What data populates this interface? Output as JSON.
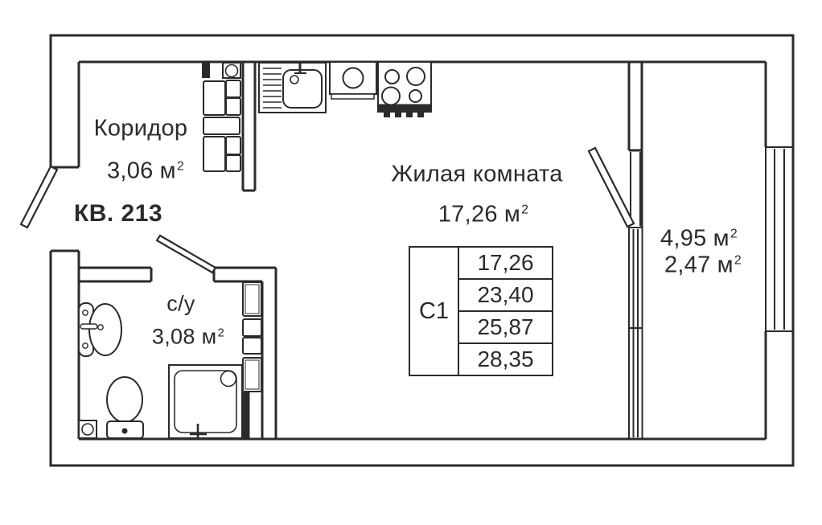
{
  "colors": {
    "line": "#2b2b2b",
    "background": "#ffffff"
  },
  "apartment": {
    "number_label": "КВ. 213"
  },
  "rooms": {
    "corridor": {
      "name": "Коридор",
      "area": "3,06",
      "unit": "м",
      "power": "2"
    },
    "living": {
      "name": "Жилая комната",
      "area": "17,26",
      "unit": "м",
      "power": "2"
    },
    "bathroom": {
      "name": "с/у",
      "area": "3,08",
      "unit": "м",
      "power": "2"
    },
    "balcony": {
      "area_total": "4,95",
      "area_reduced": "2,47",
      "unit": "м",
      "power": "2"
    }
  },
  "spec_table": {
    "type_label": "С1",
    "rows": [
      "17,26",
      "23,40",
      "25,87",
      "28,35"
    ]
  },
  "fixtures": [
    "wardrobe-icon",
    "kitchen-sink-icon",
    "kitchen-counter-icon",
    "stove-icon",
    "bathroom-sink-icon",
    "toilet-icon",
    "shower-icon",
    "floor-drain-icon",
    "bathroom-cabinet-icon",
    "entrance-door-leaf",
    "balcony-door-leaf",
    "bathroom-door-leaf"
  ]
}
